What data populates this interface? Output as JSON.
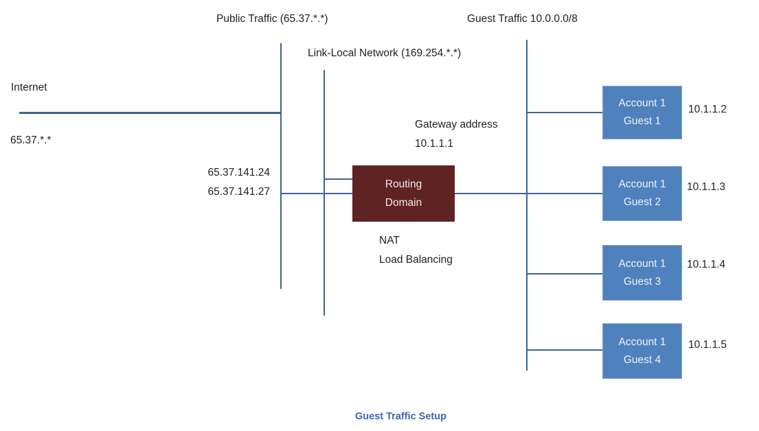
{
  "diagram": {
    "caption": "Guest Traffic Setup",
    "labels": {
      "public_traffic": "Public Traffic (65.37.*.*)",
      "guest_traffic": "Guest Traffic 10.0.0.0/8",
      "link_local": "Link-Local Network (169.254.*.*)",
      "internet": "Internet",
      "internet_ip": "65.37.*.*",
      "public_ip_1": "65.37.141.24",
      "public_ip_2": "65.37.141.27",
      "gateway_line1": "Gateway address",
      "gateway_line2": "10.1.1.1",
      "nat": "NAT",
      "load_balancing": "Load Balancing"
    },
    "routing_box": {
      "line1": "Routing",
      "line2": "Domain"
    },
    "guests": [
      {
        "line1": "Account 1",
        "line2": "Guest 1",
        "ip": "10.1.1.2"
      },
      {
        "line1": "Account 1",
        "line2": "Guest 2",
        "ip": "10.1.1.3"
      },
      {
        "line1": "Account 1",
        "line2": "Guest 3",
        "ip": "10.1.1.4"
      },
      {
        "line1": "Account 1",
        "line2": "Guest 4",
        "ip": "10.1.1.5"
      }
    ],
    "colors": {
      "line": "#3c6394",
      "guest_box": "#4f81bd",
      "guest_box_border": "#7fa3cf",
      "box_text": "#eef2f8",
      "routing_box": "#5f2322",
      "routing_text": "#f3ecec",
      "caption": "#3b67ae"
    }
  }
}
